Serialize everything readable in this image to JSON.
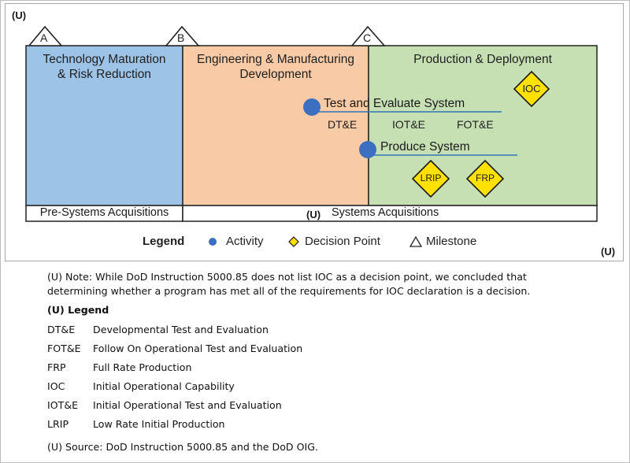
{
  "figure": {
    "classification_top": "(U)",
    "classification_bottom_right": "(U)",
    "milestones": [
      "A",
      "B",
      "C"
    ],
    "phases": [
      {
        "line1": "Technology Maturation",
        "line2": "& Risk Reduction",
        "color": "#9dc3e6"
      },
      {
        "line1": "Engineering & Manufacturing",
        "line2": "Development",
        "color": "#f8cba6"
      },
      {
        "line1": "Production & Deployment",
        "line2": "",
        "color": "#c6e0b4"
      }
    ],
    "activities": [
      {
        "label": "Test and Evaluate System",
        "sublabels": [
          "DT&E",
          "IOT&E",
          "FOT&E"
        ]
      },
      {
        "label": "Produce System",
        "sublabels": []
      }
    ],
    "decision_points": [
      "IOC",
      "LRIP",
      "FRP"
    ],
    "bands": {
      "pre": "Pre-Systems Acquisitions",
      "systems_marking": "(U)",
      "systems": "Systems Acquisitions"
    },
    "legend": {
      "title": "Legend",
      "activity": "Activity",
      "decision": "Decision Point",
      "milestone": "Milestone"
    },
    "colors": {
      "activity_dot": "#3c6fc0",
      "activity_line": "#2e75b6",
      "diamond_fill": "#ffe100",
      "diamond_stroke": "#1a1a1a"
    }
  },
  "notes": {
    "note_line1": "(U) Note: While DoD Instruction 5000.85 does not list IOC as a decision point, we concluded that",
    "note_line2": "determining whether a program has met all of the requirements for IOC declaration is a decision.",
    "legend_heading": "(U) Legend",
    "abbreviations": [
      {
        "abbr": "DT&E",
        "meaning": "Developmental Test and Evaluation"
      },
      {
        "abbr": "FOT&E",
        "meaning": "Follow On Operational Test and Evaluation"
      },
      {
        "abbr": "FRP",
        "meaning": "Full Rate Production"
      },
      {
        "abbr": "IOC",
        "meaning": "Initial Operational Capability"
      },
      {
        "abbr": "IOT&E",
        "meaning": "Initial Operational Test and Evaluation"
      },
      {
        "abbr": "LRIP",
        "meaning": "Low Rate Initial Production"
      }
    ],
    "source": "(U) Source:  DoD Instruction 5000.85 and the DoD OIG."
  }
}
